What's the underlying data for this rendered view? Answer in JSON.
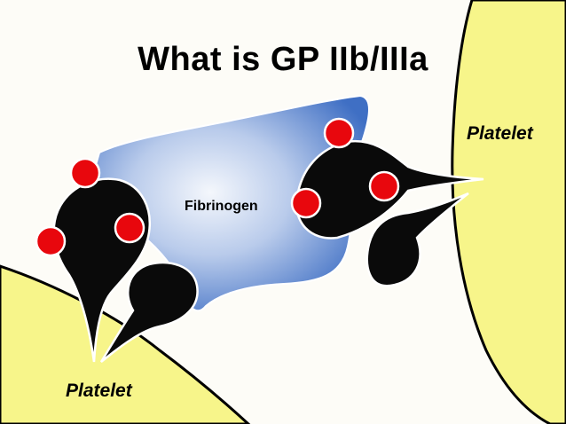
{
  "slide": {
    "title": "What is GP IIb/IIIa",
    "labels": {
      "platelet_right": "Platelet",
      "platelet_left": "Platelet",
      "fibrinogen": "Fibrinogen"
    }
  },
  "colors": {
    "background": "#fdfcf7",
    "platelet_fill": "#f7f58a",
    "receptor": "#0a0a0a",
    "binding_site": "#e8070d",
    "fibrinogen_light": "#eef3fb",
    "fibrinogen_dark": "#3f6fc4"
  }
}
